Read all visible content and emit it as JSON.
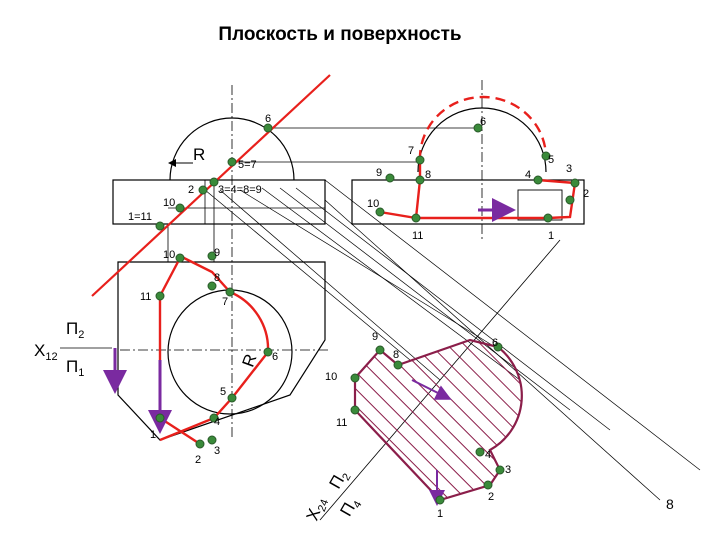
{
  "title": "Плоскость и поверхность",
  "page_number": "8",
  "colors": {
    "line": "#000000",
    "red": "#e8201c",
    "point": "#3a8a3a",
    "hatch": "#8b1e4a",
    "purple": "#7a2aa0"
  },
  "labels": {
    "r_top": "R",
    "r_mid": "R",
    "x12_x": "X",
    "x12_sub": "12",
    "pi2": "П",
    "pi2_sub": "2",
    "pi1": "П",
    "pi1_sub": "1",
    "x24_x": "X",
    "x24_sub": "24",
    "pi2b": "П",
    "pi2b_sub": "2",
    "pi4": "П",
    "pi4_sub": "4"
  },
  "points": {
    "front": [
      "6",
      "5=7",
      "2",
      "3=4=8=9",
      "10",
      "1=11"
    ],
    "side": [
      "6",
      "7",
      "9",
      "8",
      "4",
      "5",
      "3",
      "2",
      "10",
      "11",
      "1"
    ],
    "top": [
      "10",
      "9",
      "8",
      "11",
      "7",
      "6",
      "5",
      "4",
      "1",
      "2",
      "3"
    ],
    "section": [
      "9",
      "8",
      "6",
      "10",
      "11",
      "4",
      "3",
      "2",
      "1"
    ]
  }
}
